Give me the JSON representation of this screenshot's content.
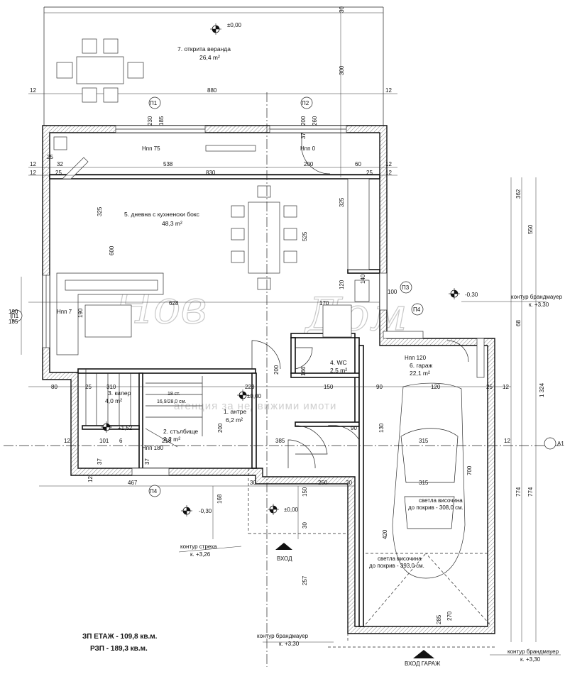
{
  "rooms": {
    "veranda": {
      "name": "7. открита веранда",
      "area": "26,4 m²"
    },
    "living": {
      "name": "5. дневна с кухненски бокс",
      "area": "48,3 m²"
    },
    "wc": {
      "name": "4. WC",
      "area": "2,5 m²"
    },
    "garage": {
      "name": "6. гараж",
      "area": "22,1 m²"
    },
    "pantry": {
      "name": "3. килер",
      "area": "4,0 m²"
    },
    "entrance": {
      "name": "1. антре",
      "area": "6,2 m²"
    },
    "stairs": {
      "name": "2. стълбище",
      "area": "2,2 m²"
    }
  },
  "stairs_note": "18 ст.",
  "stairs_size": "16,9/28,0 см.",
  "levels": {
    "veranda": "±0,00",
    "entrance": "±0,00",
    "porch": "±0,00",
    "garage_out": "-0,30",
    "outside_sw": "-0,30",
    "stairs": "+1,52"
  },
  "openings": {
    "p1": "П1",
    "p2": "П2",
    "p3": "П3",
    "p4": "П4",
    "npp75": "Нпп 75",
    "npp0": "Нпп 0",
    "npp120": "Нпп 120",
    "npp180": "Нпп 180",
    "npp7": "Нпп 7"
  },
  "axis_label": "A1",
  "annotations": {
    "firewall": "контур брандмауер",
    "firewall_level": "к. +3,30",
    "eaves": "контур стреха",
    "eaves_level": "к. +3,26",
    "entry": "ВХОД",
    "garage_entry": "ВХОД ГАРАЖ",
    "clear_height": "светла височина",
    "clear_height_1": "до покрив - 308,0 см.",
    "clear_height_2": "до покрив - 393,0 см."
  },
  "summary": {
    "built_area": "ЗП ЕТАЖ - 109,8 кв.м.",
    "total_area": "РЗП - 189,3 кв.м."
  },
  "dims": {
    "d880": "880",
    "d538": "538",
    "d830": "830",
    "d200": "200",
    "d60": "60",
    "d25": "25",
    "d12": "12",
    "d32": "32",
    "d300": "300",
    "d30": "30",
    "d325": "325",
    "d600": "600",
    "d628": "628",
    "d170": "170",
    "d120": "120",
    "d525": "525",
    "d362": "362",
    "d550": "550",
    "d1324": "1 324",
    "d774": "774",
    "d700": "700",
    "d315": "315",
    "d467": "467",
    "d250": "250",
    "d150": "150",
    "d385": "385",
    "d257": "257",
    "d420": "420",
    "d270": "270",
    "d285": "285",
    "d190": "190",
    "d185": "185",
    "d80": "80",
    "d223": "223",
    "d310": "310",
    "d166": "166",
    "d90": "90",
    "d130": "130",
    "d100": "100",
    "d140": "140",
    "d68": "68",
    "d218": "218",
    "d101": "101",
    "d6": "6",
    "d37": "37",
    "d168": "168",
    "d260": "260",
    "d230": "230"
  }
}
